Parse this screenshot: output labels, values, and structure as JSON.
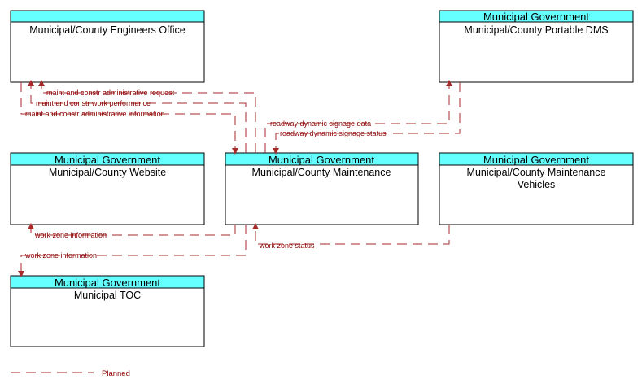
{
  "nodes": {
    "engineers": {
      "header": "",
      "name": [
        "Municipal/County Engineers Office"
      ]
    },
    "dms": {
      "header": "Municipal Government",
      "name": [
        "Municipal/County Portable DMS"
      ]
    },
    "website": {
      "header": "Municipal Government",
      "name": [
        "Municipal/County Website"
      ]
    },
    "maintenance": {
      "header": "Municipal Government",
      "name": [
        "Municipal/County Maintenance"
      ]
    },
    "vehicles": {
      "header": "Municipal Government",
      "name": [
        "Municipal/County Maintenance",
        "Vehicles"
      ]
    },
    "toc": {
      "header": "Municipal Government",
      "name": [
        "Municipal TOC"
      ]
    }
  },
  "flows": {
    "admin_request": "maint and constr administrative request",
    "work_performance": "maint and constr work performance",
    "admin_information": "maint and constr administrative information",
    "signage_data": "roadway dynamic signage data",
    "signage_status": "roadway dynamic signage status",
    "wz_info_website": "work zone information",
    "wz_info_toc": "work zone information",
    "wz_status": "work zone status"
  },
  "legend": {
    "planned": "Planned"
  },
  "colors": {
    "header_fill": "#66ffff",
    "flow_line": "#a52a2a",
    "flow_text": "#8b0000"
  }
}
